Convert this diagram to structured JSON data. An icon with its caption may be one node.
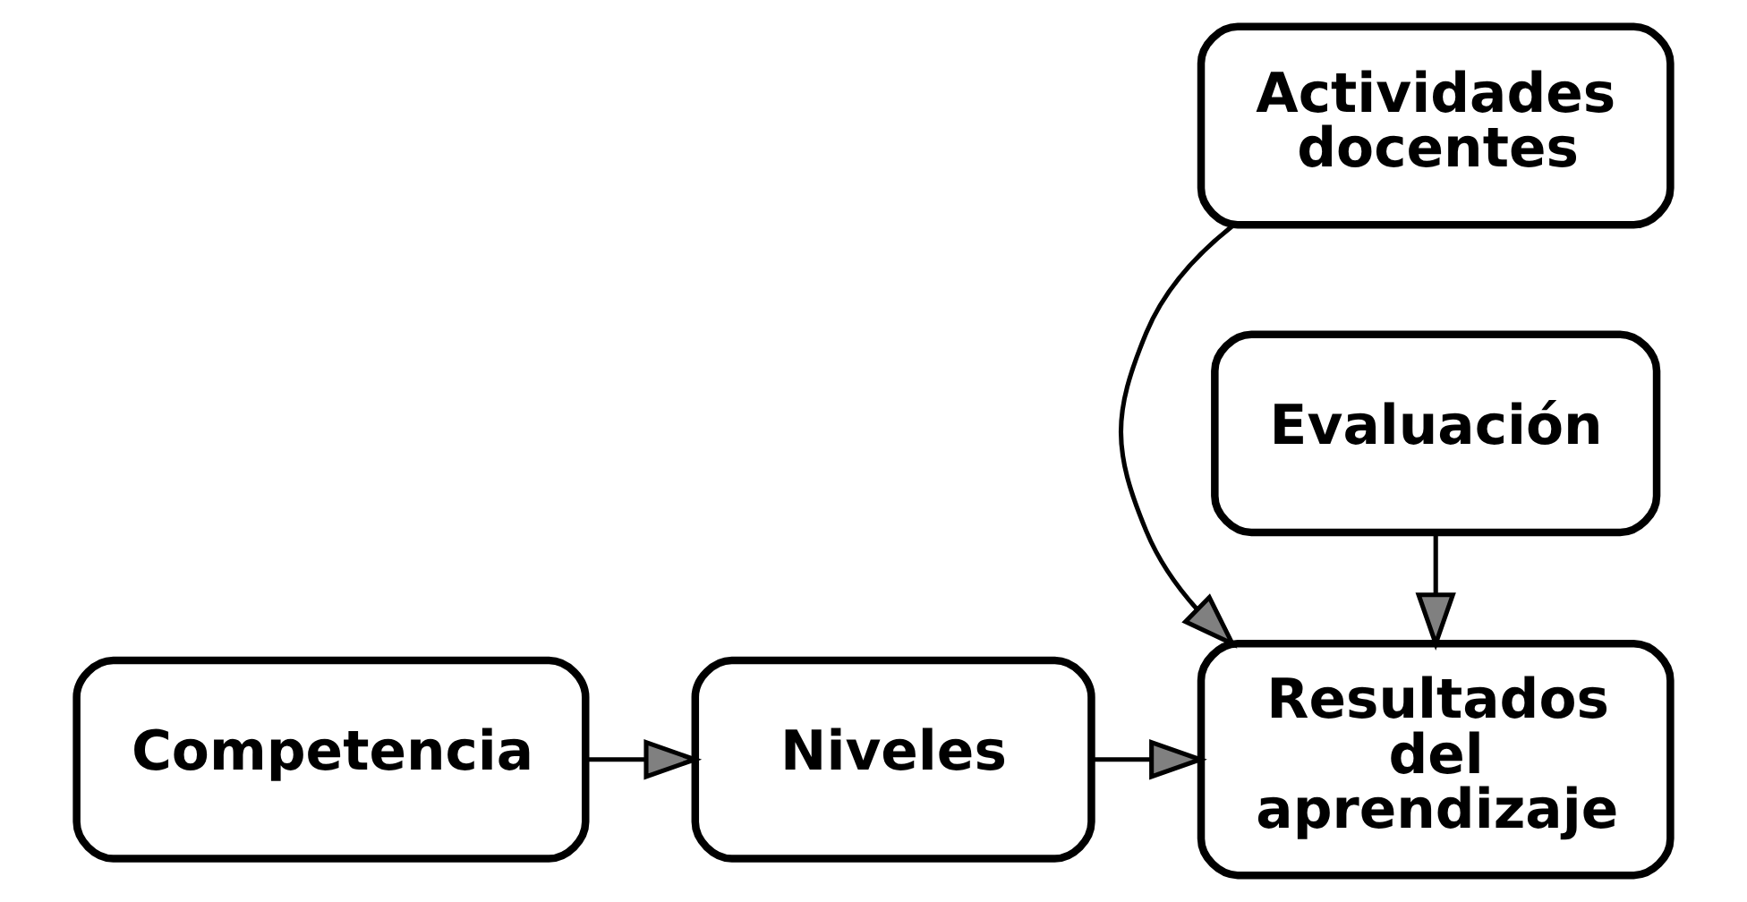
{
  "diagram": {
    "nodes": [
      {
        "text": [
          "Competencia"
        ]
      },
      {
        "text": [
          "Niveles"
        ]
      },
      {
        "text": [
          "Actividades docentes"
        ]
      },
      {
        "text": [
          "Resultados del aprendizaje"
        ]
      },
      {
        "text": [
          "Evaluación"
        ]
      }
    ],
    "edges": [
      {
        "from": 0,
        "to": 1,
        "arrow": "to"
      },
      {
        "from": 1,
        "to": 3,
        "arrow": "to"
      },
      {
        "from": 2,
        "to": 3,
        "arrow": "to"
      },
      {
        "from": 4,
        "to": 3,
        "arrow": "to"
      }
    ]
  }
}
